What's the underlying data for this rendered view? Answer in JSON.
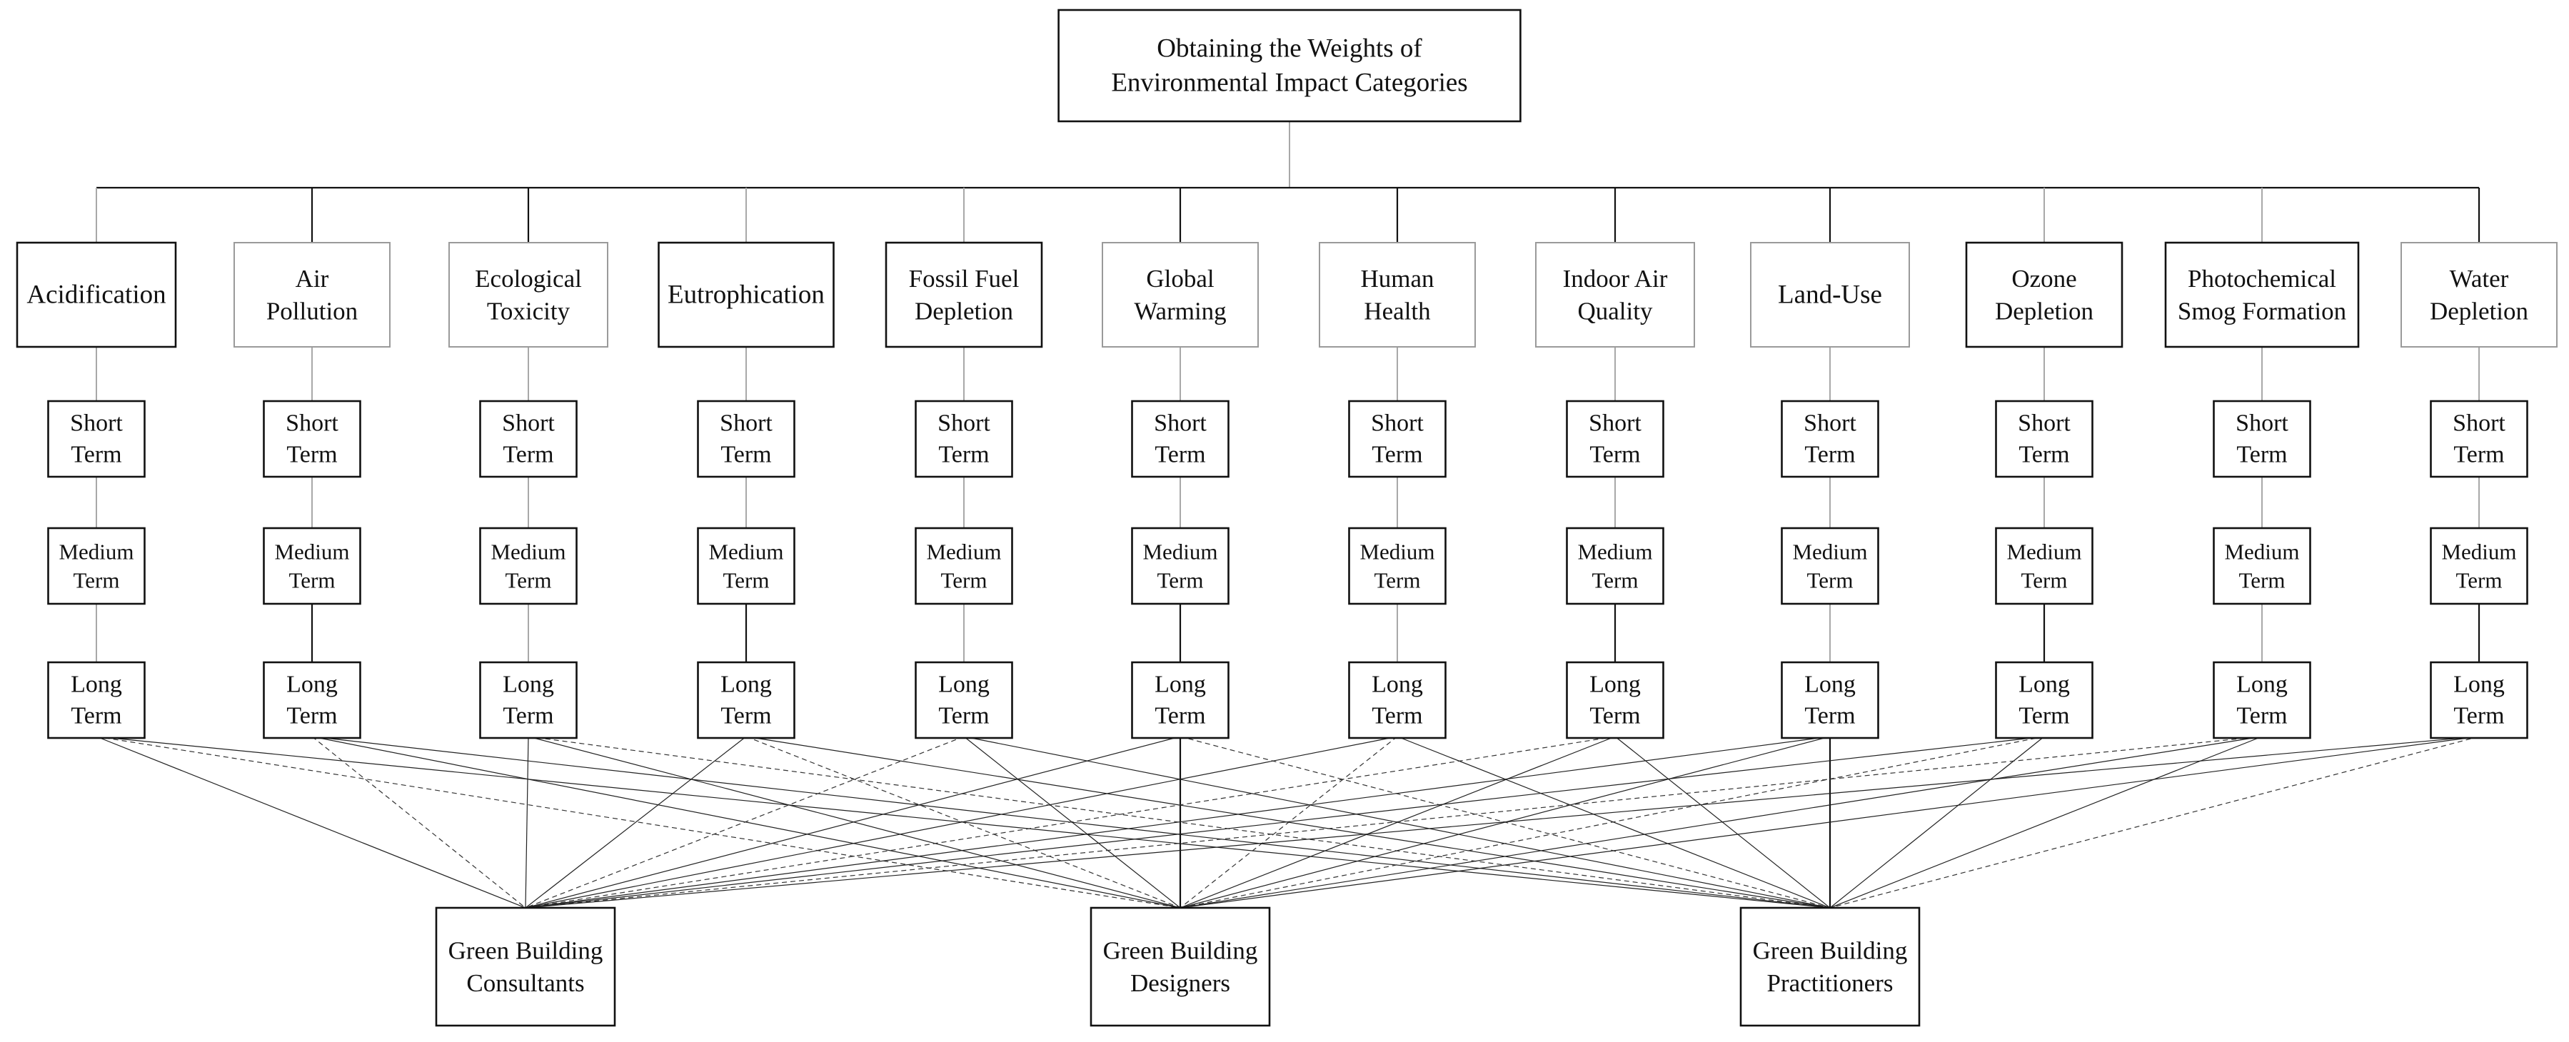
{
  "goal": {
    "lines": [
      "Obtaining the Weights of",
      "Environmental Impact Categories"
    ]
  },
  "criteria": [
    {
      "key": "acidification",
      "lines": [
        "Acidification"
      ],
      "strong": true
    },
    {
      "key": "air-pollution",
      "lines": [
        "Air",
        "Pollution"
      ],
      "strong": false
    },
    {
      "key": "ecological-toxicity",
      "lines": [
        "Ecological",
        "Toxicity"
      ],
      "strong": false
    },
    {
      "key": "eutrophication",
      "lines": [
        "Eutrophication"
      ],
      "strong": true
    },
    {
      "key": "fossil-fuel-depletion",
      "lines": [
        "Fossil Fuel",
        "Depletion"
      ],
      "strong": true
    },
    {
      "key": "global-warming",
      "lines": [
        "Global",
        "Warming"
      ],
      "strong": false
    },
    {
      "key": "human-health",
      "lines": [
        "Human",
        "Health"
      ],
      "strong": false
    },
    {
      "key": "indoor-air-quality",
      "lines": [
        "Indoor Air",
        "Quality"
      ],
      "strong": false
    },
    {
      "key": "land-use",
      "lines": [
        "Land-Use"
      ],
      "strong": false
    },
    {
      "key": "ozone-depletion",
      "lines": [
        "Ozone",
        "Depletion"
      ],
      "strong": true
    },
    {
      "key": "photochemical-smog-formation",
      "lines": [
        "Photochemical",
        "Smog Formation"
      ],
      "strong": true
    },
    {
      "key": "water-depletion",
      "lines": [
        "Water",
        "Depletion"
      ],
      "strong": false
    }
  ],
  "terms": [
    {
      "key": "short-term",
      "lines": [
        "Short",
        "Term"
      ]
    },
    {
      "key": "medium-term",
      "lines": [
        "Medium",
        "Term"
      ]
    },
    {
      "key": "long-term",
      "lines": [
        "Long",
        "Term"
      ]
    }
  ],
  "alternatives": [
    {
      "key": "consultants",
      "lines": [
        "Green Building",
        "Consultants"
      ]
    },
    {
      "key": "designers",
      "lines": [
        "Green Building",
        "Designers"
      ]
    },
    {
      "key": "practitioners",
      "lines": [
        "Green Building",
        "Practitioners"
      ]
    }
  ],
  "colors": {
    "line": "#111111",
    "faint_line": "#a8a8a8",
    "background": "#ffffff"
  }
}
